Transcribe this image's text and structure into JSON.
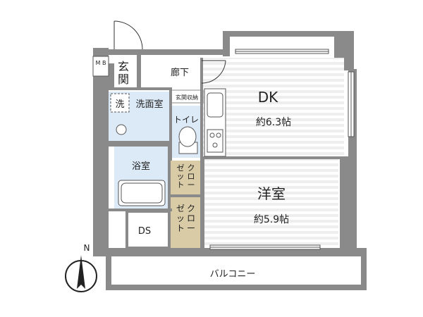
{
  "rooms": {
    "dk": {
      "name": "DK",
      "size": "約6.3帖"
    },
    "western": {
      "name": "洋室",
      "size": "約5.9帖"
    },
    "entrance_top": "玄",
    "entrance_bottom": "関",
    "hallway": "廊下",
    "entrance_storage": "玄関収納",
    "washing_mark": "洗",
    "washroom": "洗面室",
    "toilet": "トイレ",
    "bath": "浴室",
    "closet_top": "クロー",
    "closet_bottom": "ゼット",
    "ds": "DS",
    "mb": "M B",
    "balcony": "バルコニー"
  },
  "compass": {
    "north": "N"
  },
  "colors": {
    "wall": "#8a8a8a",
    "wet_area": "#dce9f7",
    "closet": "#d9cba6",
    "room_stripe": "#efefef",
    "floor": "#ffffff"
  }
}
